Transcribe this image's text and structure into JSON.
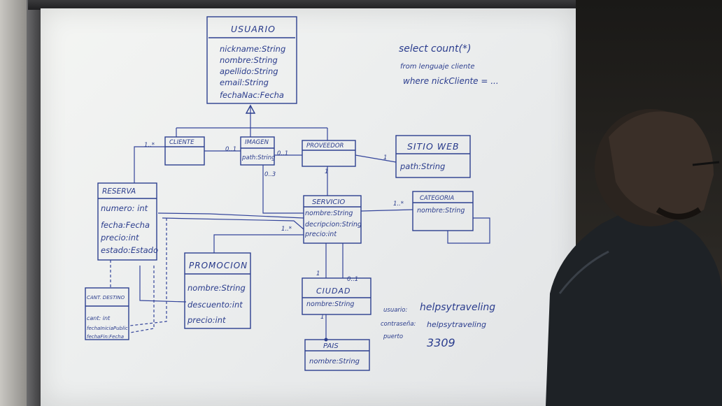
{
  "classes": {
    "usuario": {
      "title": "USUARIO",
      "attrs": [
        "nickname:String",
        "nombre:String",
        "apellido:String",
        "email:String",
        "fechaNac:Fecha"
      ]
    },
    "cliente": {
      "title": "CLIENTE",
      "attrs": []
    },
    "imagen": {
      "title": "IMAGEN",
      "attrs": [
        "path:String"
      ]
    },
    "proveedor": {
      "title": "PROVEEDOR",
      "attrs": []
    },
    "sitioweb": {
      "title": "SITIO WEB",
      "attrs": [
        "path:String"
      ]
    },
    "reserva": {
      "title": "RESERVA",
      "attrs": [
        "numero: int",
        "fecha:Fecha",
        "precio:int",
        "estado:Estado"
      ]
    },
    "servicio": {
      "title": "SERVICIO",
      "attrs": [
        "nombre:String",
        "decripcion:String",
        "precio:int"
      ]
    },
    "categoria": {
      "title": "CATEGORIA",
      "attrs": [
        "nombre:String"
      ]
    },
    "promocion": {
      "title": "PROMOCION",
      "attrs": [
        "nombre:String",
        "descuento:int",
        "precio:int"
      ]
    },
    "ciudad": {
      "title": "CIUDAD",
      "attrs": [
        "nombre:String"
      ]
    },
    "pais": {
      "title": "PAIS",
      "attrs": [
        "nombre:String"
      ]
    },
    "cantidad": {
      "title": "CANT. DESTINO",
      "attrs": [
        "cant: int",
        "fechaIniciaPublic",
        "fechaFin:Fecha"
      ]
    }
  },
  "multiplicities": {
    "m_cli_res": "1..*",
    "m_cli_img": "0..1",
    "m_img_prov": "0..1",
    "m_img_serv": "0..3",
    "m_prov_sitio": "1",
    "m_prov_serv": "1",
    "m_serv_cat": "1..*",
    "m_res_serv": "1..*",
    "m_serv_ciudad_a": "1",
    "m_serv_ciudad_b": "0..1",
    "m_ciudad_pais": "1"
  },
  "notes": {
    "query_line1": "select count(*)",
    "query_line2": "from lenguaje cliente",
    "query_line3": "where nickCliente = ...",
    "usuario_label": "usuario:",
    "usuario_value": "helpsytraveling",
    "password_label": "contraseña:",
    "password_value": "helpsytraveling",
    "puerto_label": "puerto",
    "puerto_value": "3309"
  }
}
